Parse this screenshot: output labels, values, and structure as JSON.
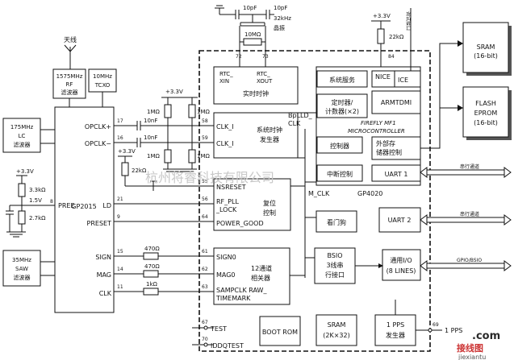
{
  "antenna": {
    "label": "天线"
  },
  "rf_filter": {
    "line1": "1575MHz",
    "line2": "RF",
    "line3": "滤波器"
  },
  "tcxo": {
    "line1": "10MHz",
    "line2": "TCXO"
  },
  "lc_filter": {
    "line1": "175MHz",
    "line2": "LC",
    "line3": "滤波器"
  },
  "saw_filter": {
    "line1": "35MHz",
    "line2": "SAW",
    "line3": "滤波器"
  },
  "gp2015": {
    "name": "GP2015",
    "opclk_p": "OPCLK+",
    "opclk_n": "OPCLK−",
    "ld": "LD",
    "preset": "PRESET",
    "sign": "SIGN",
    "mag": "MAG",
    "clk": "CLK",
    "pree": "PREE",
    "pin_pree": "8"
  },
  "bias": {
    "vcc": "+3.3V",
    "r1": "3.3kΩ",
    "v15": "1.5V",
    "r2": "2.7kΩ"
  },
  "pins_left": [
    "17",
    "16",
    "21",
    "9",
    "15",
    "14",
    "11"
  ],
  "passives": {
    "c1": "10nF",
    "c2": "10nF",
    "r_1m_a": "1MΩ",
    "r_1m_b": "1MΩ",
    "r_1m_c": "1MΩ",
    "r_1m_d": "1MΩ",
    "vcc_top": "+3.3V",
    "vcc_left": "+3.3V",
    "r22k": "22kΩ",
    "r470_a": "470Ω",
    "r470_b": "470Ω",
    "r1k": "1kΩ"
  },
  "rtc_parts": {
    "c1": "10pF",
    "c2": "10pF",
    "xtal1": "32kHz",
    "xtal2": "晶振",
    "r": "10MΩ"
  },
  "gp4020": {
    "name": "GP4020",
    "pins": [
      "72",
      "73",
      "84",
      "58",
      "59",
      "55",
      "56",
      "64",
      "61",
      "62",
      "63",
      "67",
      "70",
      "69"
    ],
    "rtc_xin": [
      "RTC_",
      "XIN"
    ],
    "rtc_xout": [
      "RTC_",
      "XOUT"
    ],
    "rtc": "实时时钟",
    "clk_i1": "CLK_I",
    "clk_i2": "CLK_I",
    "clkgen": [
      "系统时钟",
      "发生器"
    ],
    "nsreset": "NSRESET",
    "rfpll": [
      "RF_PLL",
      "_LOCK"
    ],
    "pgood": "POWER_GOOD",
    "reset": [
      "复位",
      "控制"
    ],
    "sign0": "SIGN0",
    "mag0": "MAG0",
    "samp": [
      "SAMPCLK RAW_",
      "TIMEMARK"
    ],
    "corr": [
      "12通道",
      "相关器"
    ],
    "test": "TEST",
    "iddq": "IDDQTEST",
    "bpll": [
      "BpLLD_",
      "CLK"
    ],
    "mclk": "M_CLK",
    "sys_svc": "系统服务",
    "timer": [
      "定时器/",
      "计数器(×2)"
    ],
    "int_ctrl": "中断控制",
    "nice": "NICE",
    "ice": "ICE",
    "armtdmi": "ARMTDMI",
    "mcu": [
      "FIREFLY MF1",
      "MICROCONTROLLER"
    ],
    "ctrl": "控制器",
    "ext_ctrl": [
      "外部存",
      "储器控制"
    ],
    "uart1": "UART 1",
    "uart2": "UART 2",
    "watchdog": "看门狗",
    "bsio": [
      "BSIO",
      "3线串",
      "行接口"
    ],
    "gpio": [
      "通用I/O",
      "(8 LINES)"
    ],
    "bootrom": "BOOT ROM",
    "sram": [
      "SRAM",
      "(2K×32)"
    ],
    "pps_gen": [
      "1 PPS",
      "发生器"
    ],
    "pps_out": "1 PPS"
  },
  "ext": {
    "vcc": "+3.3V",
    "r22k": "22kΩ",
    "sram": [
      "SRAM",
      "(16-bit)"
    ],
    "flash": [
      "FLASH",
      "EPROM",
      "(16-bit)"
    ],
    "bus1": "串行通道",
    "bus2": "串行通道",
    "bus3": "GPIO/BSIO",
    "bus4": "调试接口"
  },
  "watermark": {
    "text": "杭州将睿科技有限公司",
    "site": "jiexiantu",
    "site_top": "接线图",
    "dotcom": ".com"
  }
}
